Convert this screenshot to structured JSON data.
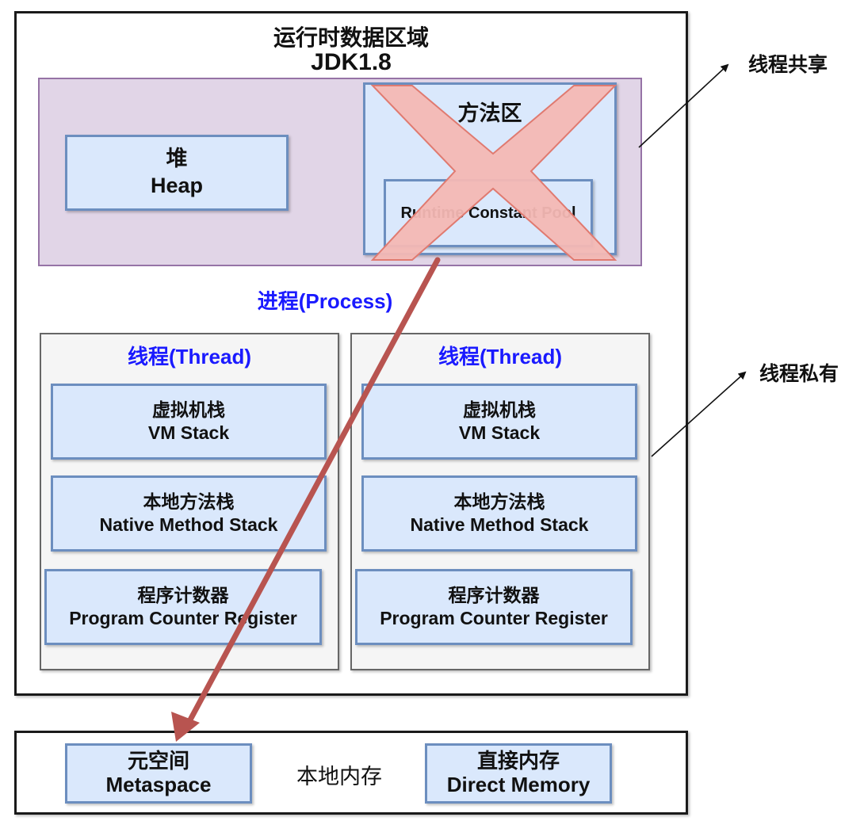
{
  "runtime_area": {
    "title_cn": "运行时数据区域",
    "title_version": "JDK1.8"
  },
  "heap": {
    "name_cn": "堆",
    "name_en": "Heap"
  },
  "method_area": {
    "name_cn": "方法区",
    "inner_label": "Runtime Constant Pool"
  },
  "process_label": "进程(Process)",
  "threads": [
    {
      "label": "线程(Thread)",
      "vm_stack": {
        "cn": "虚拟机栈",
        "en": "VM Stack"
      },
      "native_stack": {
        "cn": "本地方法栈",
        "en": "Native Method Stack"
      },
      "pc_register": {
        "cn": "程序计数器",
        "en": "Program Counter Register"
      }
    },
    {
      "label": "线程(Thread)",
      "vm_stack": {
        "cn": "虚拟机栈",
        "en": "VM Stack"
      },
      "native_stack": {
        "cn": "本地方法栈",
        "en": "Native Method Stack"
      },
      "pc_register": {
        "cn": "程序计数器",
        "en": "Program Counter Register"
      }
    }
  ],
  "native_memory": {
    "label": "本地内存",
    "metaspace": {
      "cn": "元空间",
      "en": "Metaspace"
    },
    "direct_memory": {
      "cn": "直接内存",
      "en": "Direct Memory"
    }
  },
  "annotations": {
    "thread_shared": "线程共享",
    "thread_private": "线程私有"
  },
  "colors": {
    "blue_fill": "#dae8fc",
    "blue_stroke": "#6c8ebf",
    "purple_fill": "#e1d5e7",
    "purple_stroke": "#9673a6",
    "cross_fill": "#f4b8b4",
    "cross_stroke": "#e07a70",
    "arrow": "#b85450",
    "label_blue": "#1a1aff"
  }
}
